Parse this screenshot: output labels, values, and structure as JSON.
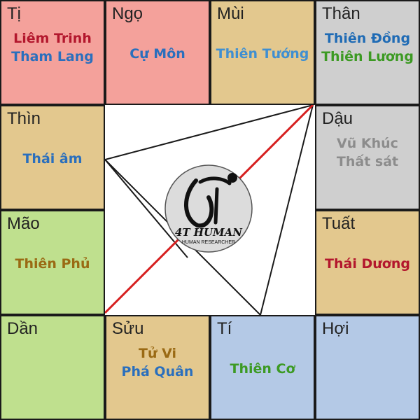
{
  "colors": {
    "pink": "#f4a19b",
    "tan": "#e3c88e",
    "gray": "#cfcfcf",
    "green": "#bfe08e",
    "blue": "#b4c9e6",
    "line_red": "#d61f1f"
  },
  "palaces": [
    {
      "branch": "Tị",
      "fill": "pink",
      "stars": [
        {
          "name": "Liêm Trinh",
          "color": "#b3172d"
        },
        {
          "name": "Tham Lang",
          "color": "#2a6fbd"
        }
      ]
    },
    {
      "branch": "Ngọ",
      "fill": "pink",
      "stars": [
        {
          "name": "Cự Môn",
          "color": "#2a6fbd"
        }
      ]
    },
    {
      "branch": "Mùi",
      "fill": "tan",
      "stars": [
        {
          "name": "Thiên Tướng",
          "color": "#3f8fd1"
        }
      ]
    },
    {
      "branch": "Thân",
      "fill": "gray",
      "stars": [
        {
          "name": "Thiên Đồng",
          "color": "#1f6bb5"
        },
        {
          "name": "Thiên Lương",
          "color": "#3c9a23"
        }
      ]
    },
    {
      "branch": "Thìn",
      "fill": "tan",
      "stars": [
        {
          "name": "Thái âm",
          "color": "#2a6fbd"
        }
      ]
    },
    {
      "branch": "Dậu",
      "fill": "gray",
      "stars": [
        {
          "name": "Vũ Khúc",
          "color": "#8c8c8c"
        },
        {
          "name": "Thất sát",
          "color": "#8c8c8c"
        }
      ]
    },
    {
      "branch": "Mão",
      "fill": "green",
      "stars": [
        {
          "name": "Thiên Phủ",
          "color": "#9a6a14"
        }
      ]
    },
    {
      "branch": "Tuất",
      "fill": "tan",
      "stars": [
        {
          "name": "Thái Dương",
          "color": "#b3172d"
        }
      ]
    },
    {
      "branch": "Dần",
      "fill": "green",
      "stars": []
    },
    {
      "branch": "Sửu",
      "fill": "tan",
      "stars": [
        {
          "name": "Tử Vi",
          "color": "#9a6a14"
        },
        {
          "name": "Phá Quân",
          "color": "#2a6fbd"
        }
      ]
    },
    {
      "branch": "Tí",
      "fill": "blue",
      "stars": [
        {
          "name": "Thiên Cơ",
          "color": "#3c9a23"
        }
      ]
    },
    {
      "branch": "Hợi",
      "fill": "blue",
      "stars": []
    }
  ],
  "logo": {
    "brand": "4T HUMAN",
    "tagline": "HUMAN RESEARCHER"
  }
}
